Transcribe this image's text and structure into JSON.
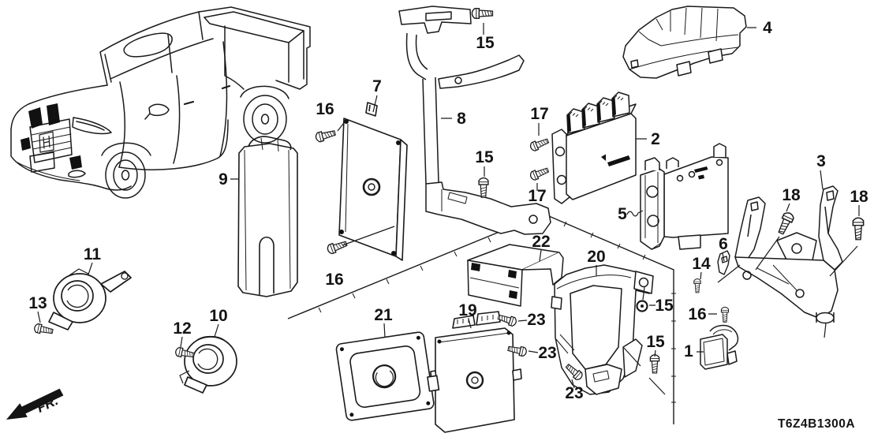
{
  "diagram": {
    "code": "T6Z4B1300A",
    "orientation_label": "FR.",
    "background_color": "#ffffff",
    "line_color": "#1a1a1a"
  },
  "callouts": [
    {
      "label": "15"
    },
    {
      "label": "7"
    },
    {
      "label": "16"
    },
    {
      "label": "8"
    },
    {
      "label": "17"
    },
    {
      "label": "2"
    },
    {
      "label": "4"
    },
    {
      "label": "3"
    },
    {
      "label": "15"
    },
    {
      "label": "17"
    },
    {
      "label": "18"
    },
    {
      "label": "18"
    },
    {
      "label": "9"
    },
    {
      "label": "5"
    },
    {
      "label": "6"
    },
    {
      "label": "14"
    },
    {
      "label": "22"
    },
    {
      "label": "20"
    },
    {
      "label": "11"
    },
    {
      "label": "16"
    },
    {
      "label": "15"
    },
    {
      "label": "13"
    },
    {
      "label": "19"
    },
    {
      "label": "21"
    },
    {
      "label": "10"
    },
    {
      "label": "16"
    },
    {
      "label": "23"
    },
    {
      "label": "12"
    },
    {
      "label": "15"
    },
    {
      "label": "1"
    },
    {
      "label": "23"
    },
    {
      "label": "23"
    }
  ]
}
